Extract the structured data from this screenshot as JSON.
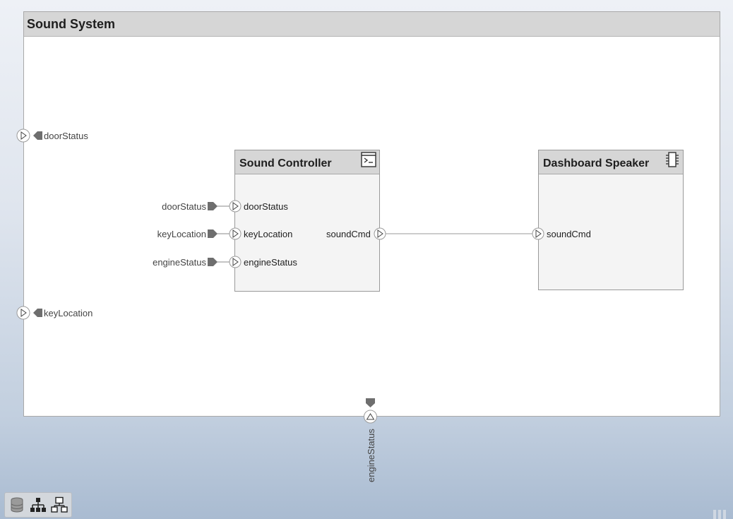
{
  "system": {
    "title": "Sound System"
  },
  "system_ports": {
    "left_1": "doorStatus",
    "left_2": "keyLocation",
    "bottom": "engineStatus"
  },
  "components": {
    "sound_controller": {
      "title": "Sound Controller",
      "icon": "terminal-icon",
      "inputs": [
        "doorStatus",
        "keyLocation",
        "engineStatus"
      ],
      "output": "soundCmd",
      "external_labels": [
        "doorStatus",
        "keyLocation",
        "engineStatus"
      ]
    },
    "dashboard_speaker": {
      "title": "Dashboard Speaker",
      "icon": "chip-icon",
      "input": "soundCmd"
    }
  },
  "toolbar": {
    "buttons": [
      "database-icon",
      "hierarchy-icon",
      "architecture-icon"
    ]
  },
  "colors": {
    "header": "#d6d6d6",
    "component_fill": "#f4f4f4",
    "port_fill": "#ffffff",
    "connector": "#9a9a9a",
    "tag_fill": "#6e6e6e"
  }
}
